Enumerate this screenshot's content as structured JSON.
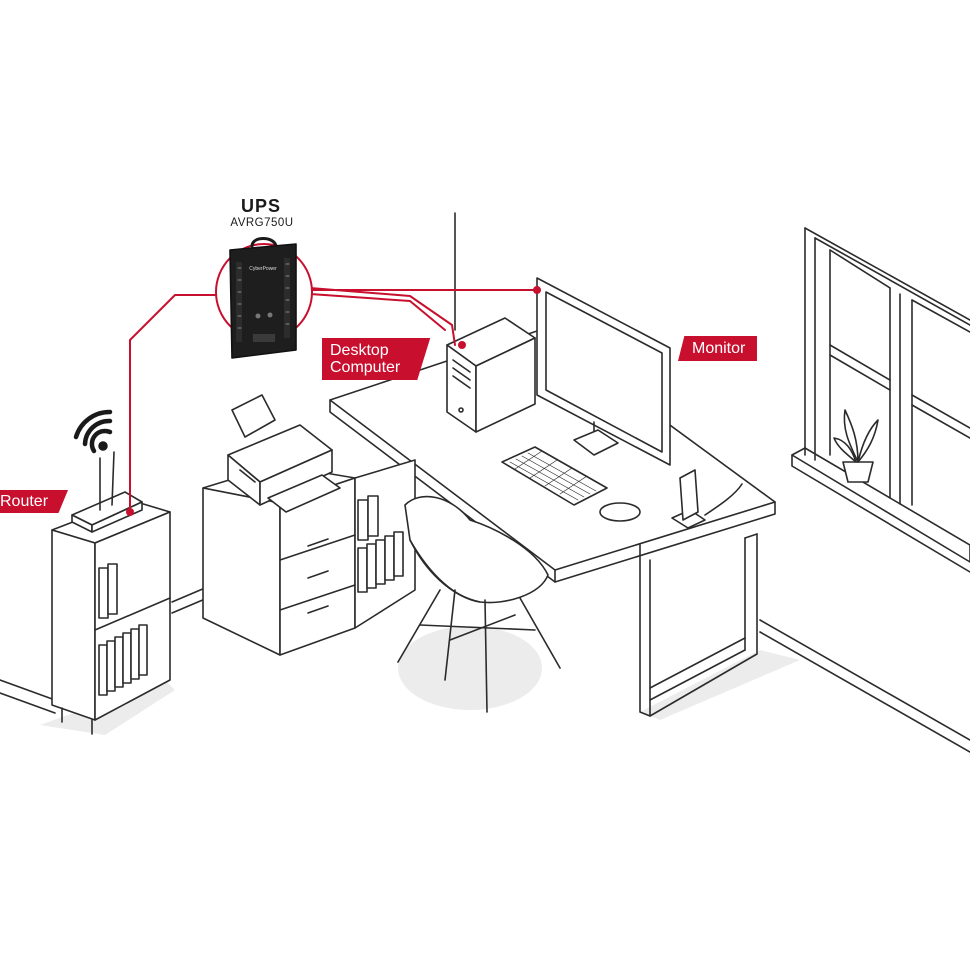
{
  "ups": {
    "title": "UPS",
    "model": "AVRG750U",
    "brand": "CyberPower"
  },
  "labels": {
    "desktop_line1": "Desktop",
    "desktop_line2": "Computer",
    "monitor": "Monitor",
    "router": "Router"
  },
  "colors": {
    "accent": "#c8102e",
    "line": "#2b2b2b",
    "floor": "#e9e9e9"
  }
}
